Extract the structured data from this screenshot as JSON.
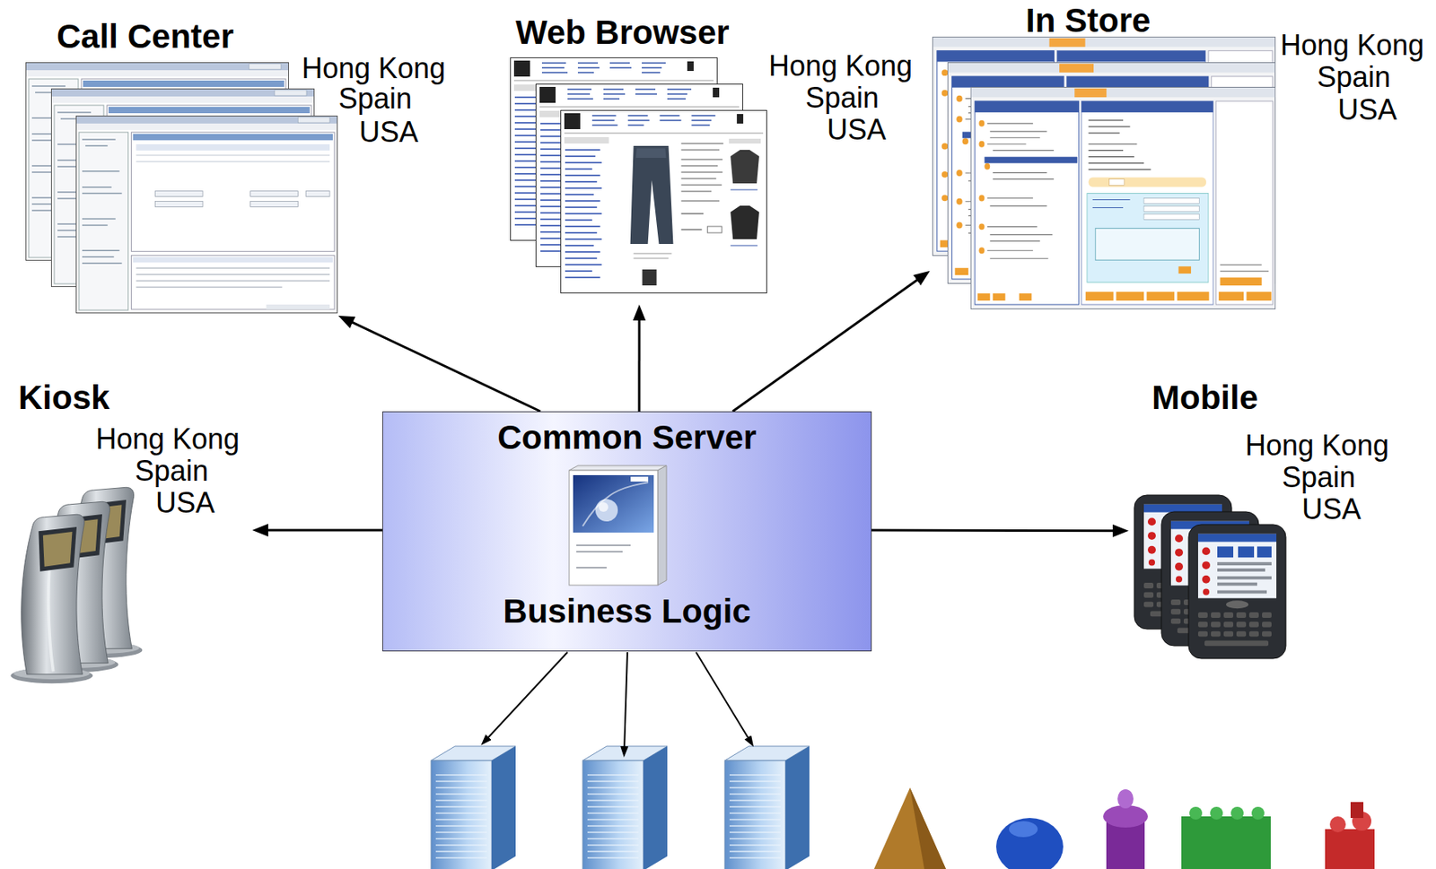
{
  "diagram": {
    "nodes": [
      {
        "text": [
          "Call Center",
          "Hong Kong",
          "Spain",
          "USA"
        ]
      },
      {
        "text": [
          "Web Browser",
          "Hong Kong",
          "Spain",
          "USA"
        ]
      },
      {
        "text": [
          "In Store",
          "Hong Kong",
          "Spain",
          "USA"
        ]
      },
      {
        "text": [
          "Kiosk",
          "Hong Kong",
          "Spain",
          "USA"
        ]
      },
      {
        "text": [
          "Common Server",
          "Business Logic"
        ]
      },
      {
        "text": [
          "Mobile",
          "Hong Kong",
          "Spain",
          "USA"
        ]
      }
    ],
    "edges": [
      {
        "from": 4,
        "to": 0,
        "arrow": "to"
      },
      {
        "from": 4,
        "to": 1,
        "arrow": "to"
      },
      {
        "from": 4,
        "to": 2,
        "arrow": "to"
      },
      {
        "from": 4,
        "to": 3,
        "arrow": "to"
      },
      {
        "from": 4,
        "to": 5,
        "arrow": "to"
      }
    ]
  }
}
